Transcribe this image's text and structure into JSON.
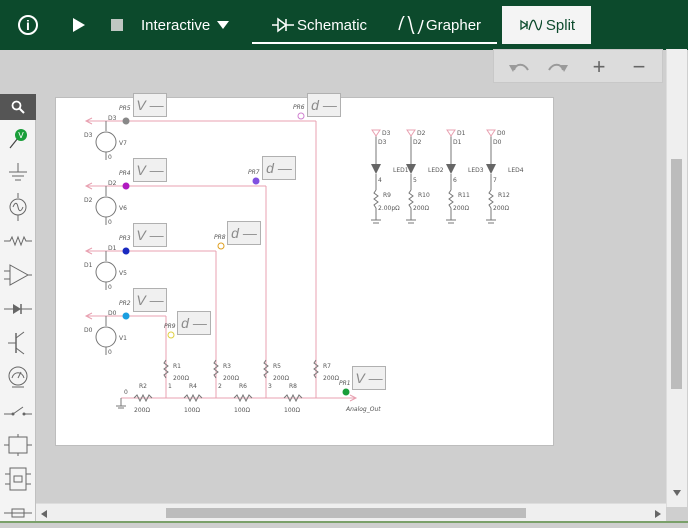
{
  "topbar": {
    "info_glyph": "i",
    "mode_label": "Interactive",
    "schematic_label": "Schematic",
    "grapher_label": "Grapher",
    "split_label": "Split"
  },
  "toolbar": {
    "undo_icon": "undo-icon",
    "redo_icon": "redo-icon",
    "zoom_in_glyph": "+",
    "zoom_out_glyph": "−"
  },
  "colors": {
    "brand": "#0c4a2c",
    "wire": "#e8a0b0",
    "probe_box": "#9a9a9a"
  },
  "schematic": {
    "probes_v": [
      {
        "id": "PR5",
        "label": "V —"
      },
      {
        "id": "PR4",
        "label": "V —"
      },
      {
        "id": "PR3",
        "label": "V —"
      },
      {
        "id": "PR2",
        "label": "V —"
      },
      {
        "id": "PR1",
        "label": "V —"
      }
    ],
    "probes_d": [
      {
        "id": "PR6",
        "label": "d —"
      },
      {
        "id": "PR7",
        "label": "d —"
      },
      {
        "id": "PR8",
        "label": "d —"
      },
      {
        "id": "PR9",
        "label": "d —"
      }
    ],
    "sources": [
      {
        "name": "V7",
        "node": "D3",
        "gnd": "0",
        "pin": "D3"
      },
      {
        "name": "V6",
        "node": "D2",
        "gnd": "0",
        "pin": "D2"
      },
      {
        "name": "V5",
        "node": "D1",
        "gnd": "0",
        "pin": "D1"
      },
      {
        "name": "V1",
        "node": "D0",
        "gnd": "0",
        "pin": "D0"
      }
    ],
    "resistors_top": [
      {
        "name": "R1",
        "val": "200Ω",
        "node": "1"
      },
      {
        "name": "R3",
        "val": "200Ω",
        "node": "2"
      },
      {
        "name": "R5",
        "val": "200Ω",
        "node": "3"
      },
      {
        "name": "R7",
        "val": "200Ω",
        "node": ""
      }
    ],
    "resistors_bottom": [
      {
        "name": "R2",
        "val": "200Ω"
      },
      {
        "name": "R4",
        "val": "100Ω"
      },
      {
        "name": "R6",
        "val": "100Ω"
      },
      {
        "name": "R8",
        "val": "100Ω"
      }
    ],
    "ground_node": "0",
    "output_label": "Analog_Out",
    "leds": [
      {
        "pin": "D3",
        "net": "D3",
        "led": "LED1",
        "node": "4",
        "res": "R9",
        "val": "2.00pΩ"
      },
      {
        "pin": "D2",
        "net": "D2",
        "led": "LED2",
        "node": "5",
        "res": "R10",
        "val": "200Ω"
      },
      {
        "pin": "D1",
        "net": "D1",
        "led": "LED3",
        "node": "6",
        "res": "R11",
        "val": "200Ω"
      },
      {
        "pin": "D0",
        "net": "D0",
        "led": "LED4",
        "node": "7",
        "res": "R12",
        "val": "200Ω"
      }
    ],
    "led_gnd": "0"
  }
}
